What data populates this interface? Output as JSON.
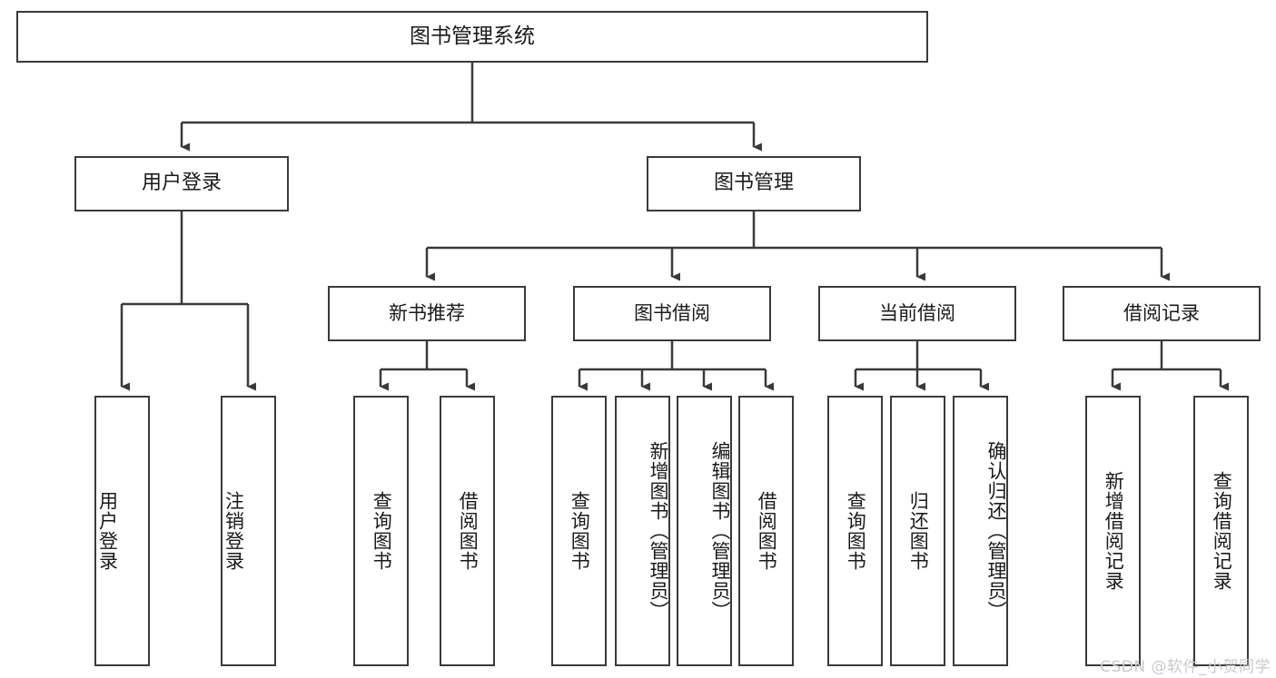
{
  "diagram": {
    "title": "图书管理系统",
    "type": "tree",
    "colors": {
      "stroke": "#3a3a3a",
      "fill": "#ffffff",
      "text": "#1a1a1a",
      "watermark": "#c9c9c9"
    },
    "root": {
      "label": "图书管理系统"
    },
    "level2": [
      {
        "label": "用户登录"
      },
      {
        "label": "图书管理"
      }
    ],
    "level3": [
      {
        "label": "新书推荐"
      },
      {
        "label": "图书借阅"
      },
      {
        "label": "当前借阅"
      },
      {
        "label": "借阅记录"
      }
    ],
    "leaves": {
      "user_login": [
        {
          "label": "用户登录"
        },
        {
          "label": "注销登录"
        }
      ],
      "new_book_recommend": [
        {
          "label": "查询图书"
        },
        {
          "label": "借阅图书"
        }
      ],
      "book_borrow": [
        {
          "label": "查询图书"
        },
        {
          "label": "新增图书（管理员）"
        },
        {
          "label": "编辑图书（管理员）"
        },
        {
          "label": "借阅图书"
        }
      ],
      "current_borrow": [
        {
          "label": "查询图书"
        },
        {
          "label": "归还图书"
        },
        {
          "label": "确认归还（管理员）"
        }
      ],
      "borrow_record": [
        {
          "label": "新增借阅记录"
        },
        {
          "label": "查询借阅记录"
        }
      ]
    },
    "watermark": "CSDN @软件_小贺同学"
  }
}
